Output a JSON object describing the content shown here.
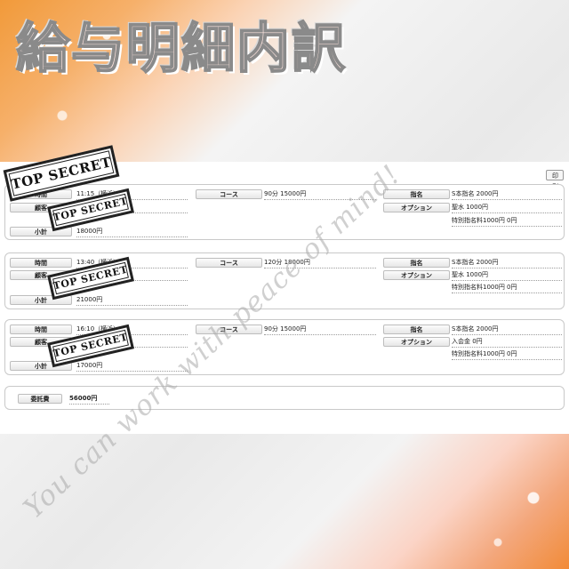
{
  "title": "給与明細内訳",
  "toolbar": {
    "print_label": "印刷"
  },
  "labels": {
    "time": "時間",
    "customer": "顧客",
    "subtotal": "小計",
    "course": "コース",
    "nomination": "指名",
    "option": "オプション",
    "total": "委託費"
  },
  "entries": [
    {
      "time": "11:15（横浜）",
      "customer": "",
      "subtotal": "18000円",
      "course": "90分 15000円",
      "nomination": "S本指名 2000円",
      "options": [
        "聖水 1000円",
        "特別指名料1000円 0円"
      ]
    },
    {
      "time": "13:40（横浜）",
      "customer": "",
      "subtotal": "21000円",
      "course": "120分 18000円",
      "nomination": "S本指名 2000円",
      "options": [
        "聖水 1000円",
        "特別指名料1000円 0円"
      ]
    },
    {
      "time": "16:10（横浜）",
      "customer": "",
      "subtotal": "17000円",
      "course": "90分 15000円",
      "nomination": "S本指名 2000円",
      "options": [
        "入会金 0円",
        "特別指名料1000円 0円"
      ]
    }
  ],
  "total_value": "56000円",
  "stamp_text": "TOP SECRET",
  "watermark_text": "You can work with peace of mind!"
}
